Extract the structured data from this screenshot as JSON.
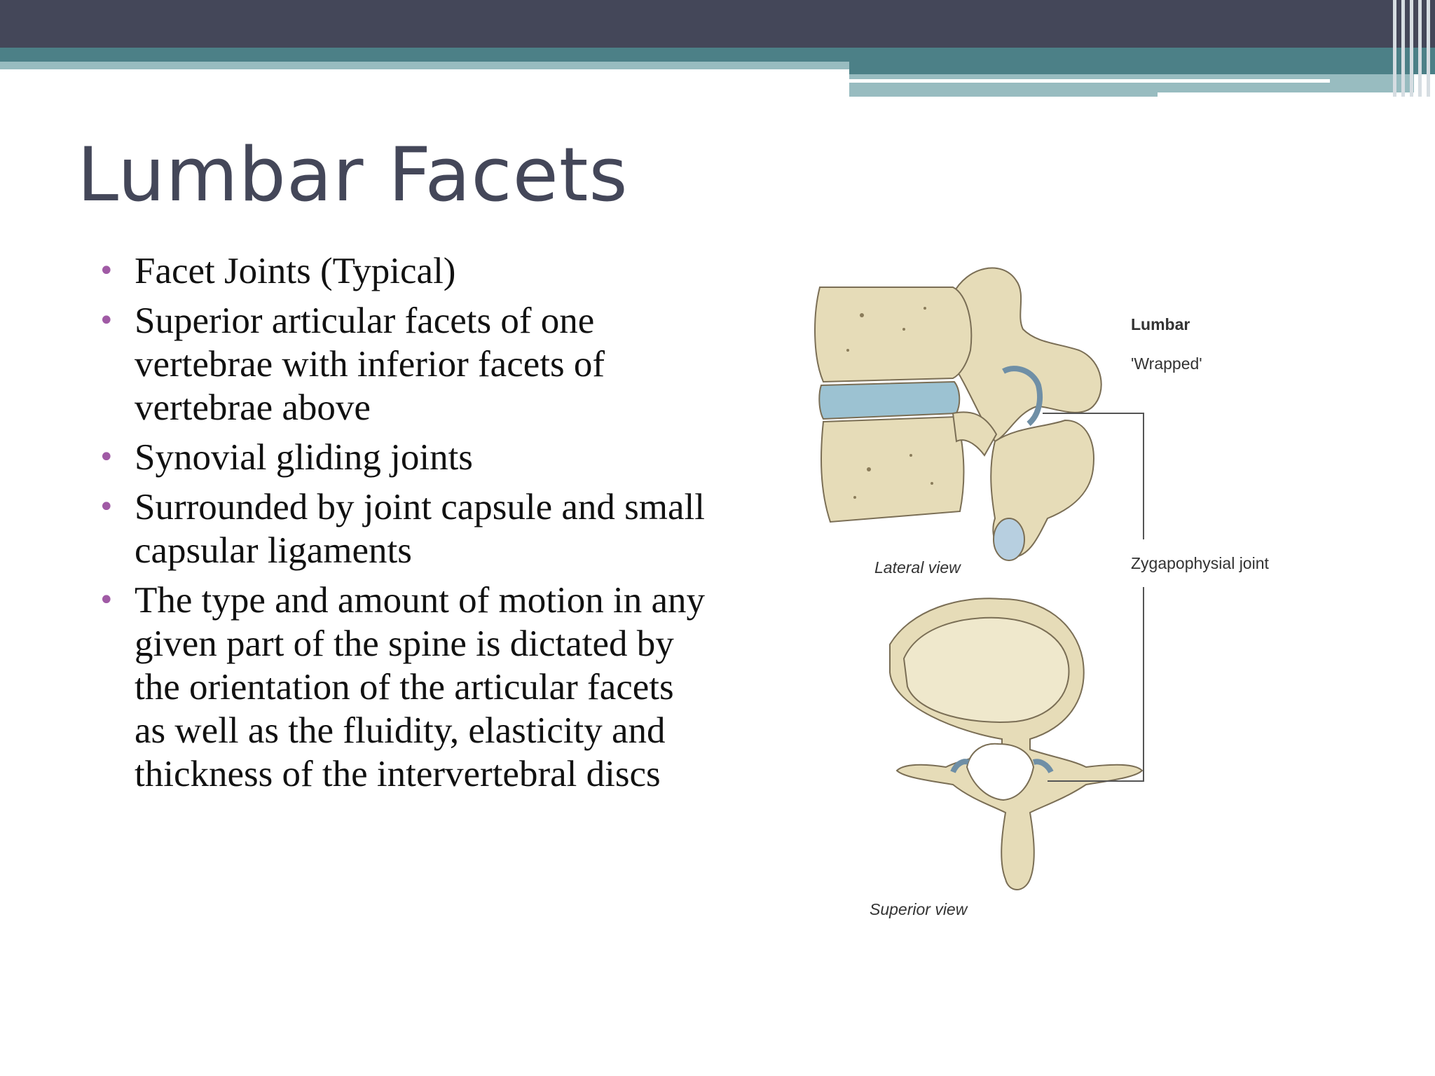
{
  "slide": {
    "title": "Lumbar Facets",
    "bullets": [
      "Facet Joints (Typical)",
      "Superior articular facets of one vertebrae with inferior facets of vertebrae above",
      "Synovial gliding joints",
      "Surrounded by joint capsule and small capsular ligaments",
      "The type and amount of motion in any given part of the spine is dictated by the orientation of the articular facets as well as the fluidity, elasticity and thickness of the intervertebral discs"
    ]
  },
  "figure": {
    "label_lumbar": "Lumbar",
    "label_wrapped": "'Wrapped'",
    "label_lateral": "Lateral view",
    "label_zygapophysial": "Zygapophysial joint",
    "label_superior": "Superior view"
  },
  "colors": {
    "header_dark": "#444759",
    "header_teal": "#4c8087",
    "header_teal_light": "#98bcc0",
    "title": "#444759",
    "bullet_dot": "#a05aa5",
    "bone": "#e6dcb8",
    "disc": "#9cc2d2"
  }
}
